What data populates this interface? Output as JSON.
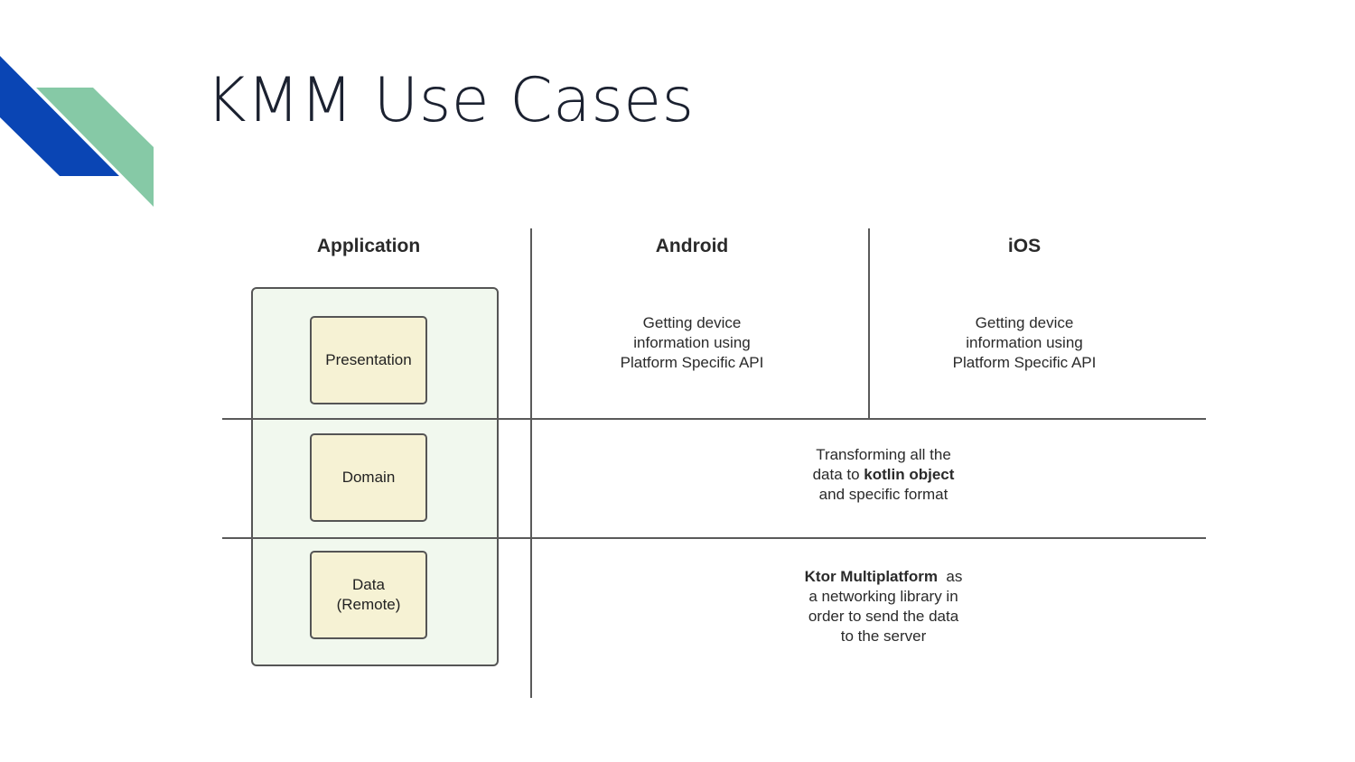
{
  "slide": {
    "title": "KMM Use Cases"
  },
  "colors": {
    "accent_blue": "#0a45b4",
    "accent_green": "#86c9a6",
    "panel_fill": "#f1f8ee",
    "layer_fill": "#f6f2d4"
  },
  "diagram": {
    "headers": {
      "application": "Application",
      "android": "Android",
      "ios": "iOS"
    },
    "layers": {
      "presentation": "Presentation",
      "domain": "Domain",
      "data_line1": "Data",
      "data_line2": "(Remote)"
    },
    "android_desc": {
      "line1": "Getting device",
      "line2": "information using",
      "line3": "Platform Specific API"
    },
    "ios_desc": {
      "line1": "Getting device",
      "line2": "information using",
      "line3": "Platform Specific API"
    },
    "domain_desc": {
      "line1": "Transforming all the",
      "line2_prefix": "data to ",
      "line2_bold": "kotlin object",
      "line3": "and specific format"
    },
    "data_desc": {
      "line1_bold": "Ktor Multiplatform",
      "line1_suffix": "  as",
      "line2": "a networking library in",
      "line3": "order to send the data",
      "line4": "to the server"
    }
  }
}
